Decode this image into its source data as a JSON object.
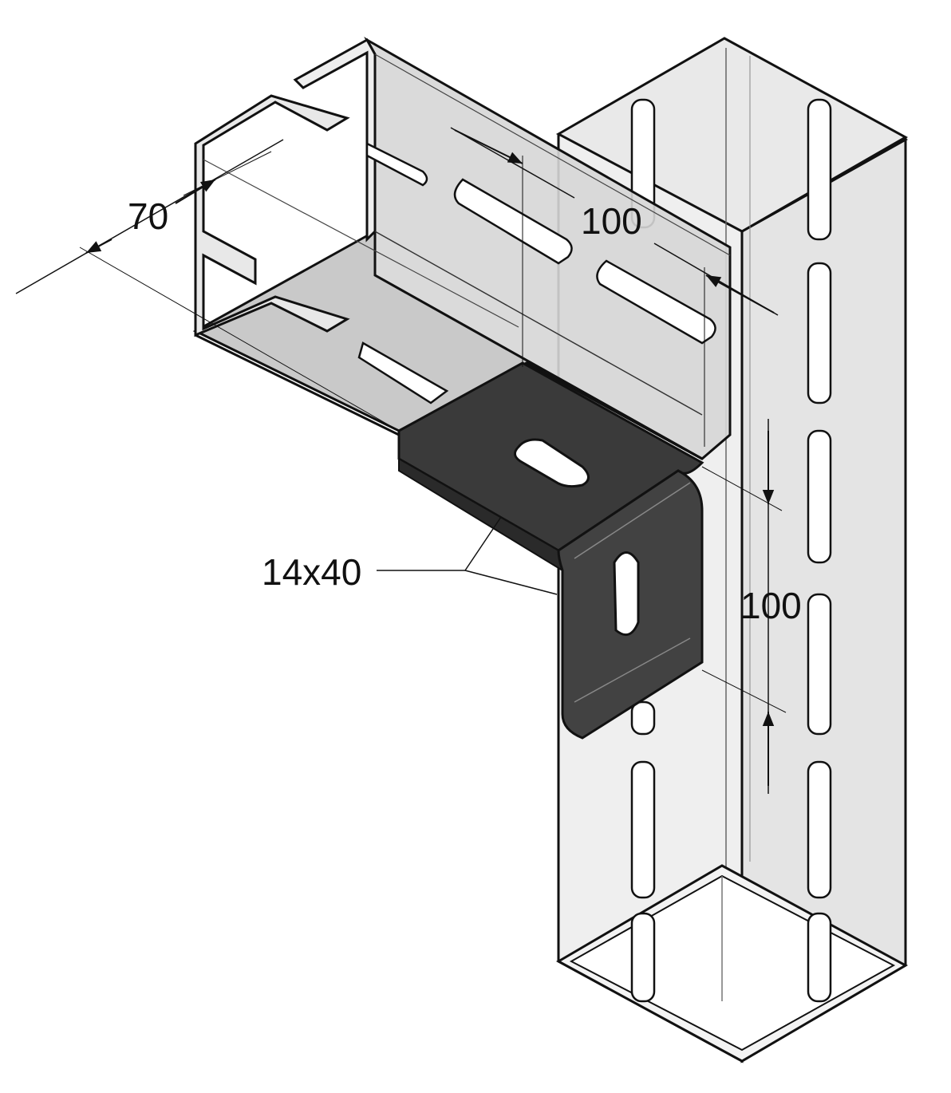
{
  "dimensions": {
    "channel_width": "70",
    "channel_depth": "100",
    "post_height": "100",
    "slot_size": "14x40"
  },
  "colors": {
    "outline": "#111111",
    "steel_light": "#ececec",
    "steel_mid": "#d4d4d4",
    "steel_dark": "#b8b8b8",
    "bracket": "#3a3a3a",
    "bracket_dark": "#2a2a2a",
    "slot_fill": "#ffffff"
  }
}
